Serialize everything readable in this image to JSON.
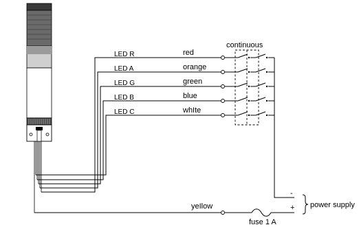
{
  "circuit": {
    "leds": [
      {
        "label": "LED R",
        "color": "red"
      },
      {
        "label": "LED A",
        "color": "orange"
      },
      {
        "label": "LED G",
        "color": "green"
      },
      {
        "label": "LED B",
        "color": "blue"
      },
      {
        "label": "LED C",
        "color": "whIte"
      }
    ],
    "switch_group_label": "continuous",
    "common_wire_color": "yeIlow",
    "fuse_label": "fuse 1 A",
    "power_supply_label": "power supply",
    "minus_symbol": "-",
    "plus_symbol": "+"
  }
}
